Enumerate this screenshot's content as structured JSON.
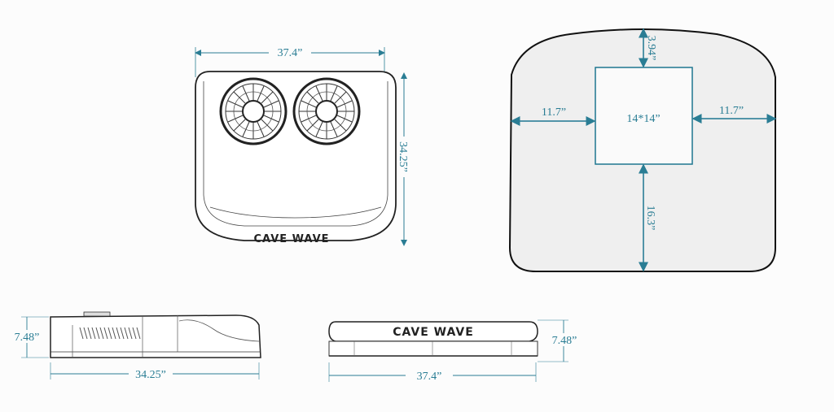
{
  "brand": "CAVE WAVE",
  "colors": {
    "dimension": "#2a7d94",
    "outline": "#1a1a1a",
    "fill": "#f0f0f0",
    "background": "#fcfcfc"
  },
  "top_view": {
    "width_label": "37.4”",
    "depth_label": "34.25”",
    "fans": 2
  },
  "cutout_diagram": {
    "opening_label": "14*14”",
    "top_margin": "3.94”",
    "left_margin": "11.7”",
    "right_margin": "11.7”",
    "bottom_margin": "16.3”"
  },
  "side_view": {
    "height_label": "7.48”",
    "length_label": "34.25”"
  },
  "front_view": {
    "height_label": "7.48”",
    "width_label": "37.4”"
  }
}
